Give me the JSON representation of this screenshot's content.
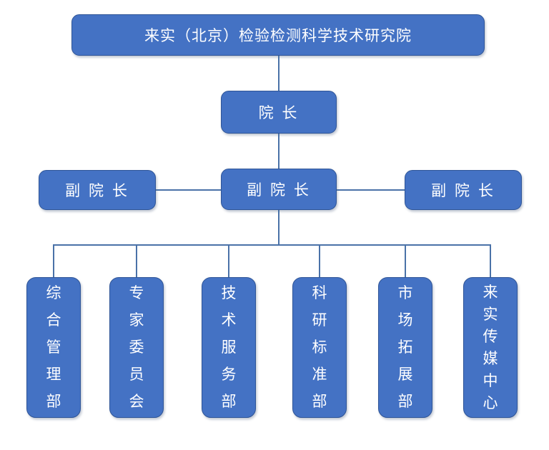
{
  "background": "#FFFFFF",
  "org_chart": {
    "title_node": "来实（北京）检验检测科学技术研究院",
    "director": "院 长",
    "deputy_directors": [
      "副 院 长",
      "副 院 长",
      "副 院 长"
    ],
    "departments": [
      "综合管理部",
      "专家委员会",
      "技术服务部",
      "科研标准部",
      "市场拓展部",
      "来实传媒中心"
    ],
    "colors": {
      "box_fill": "#4472C4",
      "box_border": "#2F5597",
      "box_text": "#FFFFFF",
      "connector_line": "#4A72A8",
      "background": "#FFFFFF"
    }
  }
}
